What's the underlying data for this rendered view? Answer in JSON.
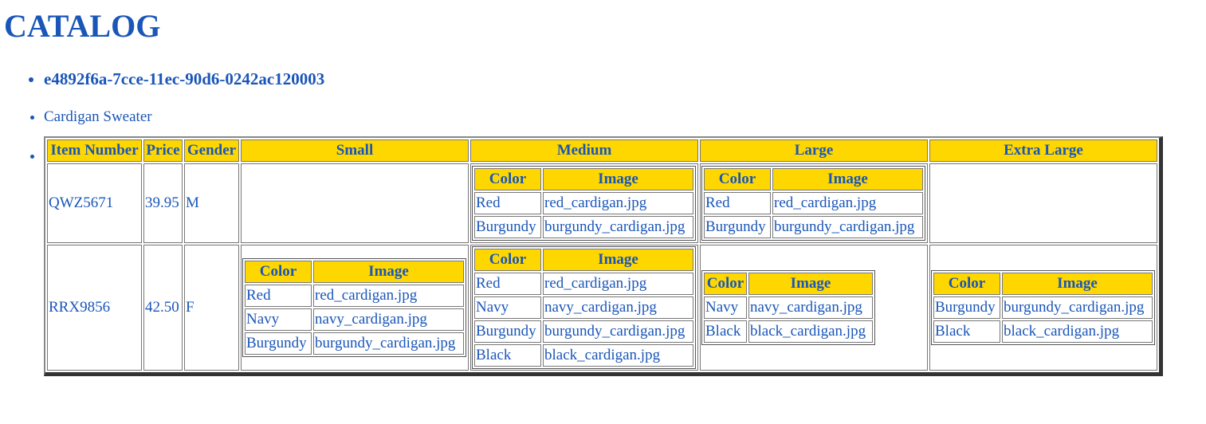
{
  "heading": "CATALOG",
  "product": {
    "id": "e4892f6a-7cce-11ec-90d6-0242ac120003",
    "name": "Cardigan Sweater"
  },
  "table": {
    "headers": {
      "item_number": "Item Number",
      "price": "Price",
      "gender": "Gender",
      "small": "Small",
      "medium": "Medium",
      "large": "Large",
      "extra_large": "Extra Large"
    },
    "sub_headers": {
      "color": "Color",
      "image": "Image"
    },
    "rows": [
      {
        "item_number": "QWZ5671",
        "price": "39.95",
        "gender": "M",
        "sizes": {
          "medium": [
            {
              "color": "Red",
              "image": "red_cardigan.jpg"
            },
            {
              "color": "Burgundy",
              "image": "burgundy_cardigan.jpg"
            }
          ],
          "large": [
            {
              "color": "Red",
              "image": "red_cardigan.jpg"
            },
            {
              "color": "Burgundy",
              "image": "burgundy_cardigan.jpg"
            }
          ]
        }
      },
      {
        "item_number": "RRX9856",
        "price": "42.50",
        "gender": "F",
        "sizes": {
          "small": [
            {
              "color": "Red",
              "image": "red_cardigan.jpg"
            },
            {
              "color": "Navy",
              "image": "navy_cardigan.jpg"
            },
            {
              "color": "Burgundy",
              "image": "burgundy_cardigan.jpg"
            }
          ],
          "medium": [
            {
              "color": "Red",
              "image": "red_cardigan.jpg"
            },
            {
              "color": "Navy",
              "image": "navy_cardigan.jpg"
            },
            {
              "color": "Burgundy",
              "image": "burgundy_cardigan.jpg"
            },
            {
              "color": "Black",
              "image": "black_cardigan.jpg"
            }
          ],
          "large": [
            {
              "color": "Navy",
              "image": "navy_cardigan.jpg"
            },
            {
              "color": "Black",
              "image": "black_cardigan.jpg"
            }
          ],
          "extra_large": [
            {
              "color": "Burgundy",
              "image": "burgundy_cardigan.jpg"
            },
            {
              "color": "Black",
              "image": "black_cardigan.jpg"
            }
          ]
        }
      }
    ]
  },
  "colors": {
    "text": "#1a56b8",
    "header_bg": "#ffd700"
  }
}
